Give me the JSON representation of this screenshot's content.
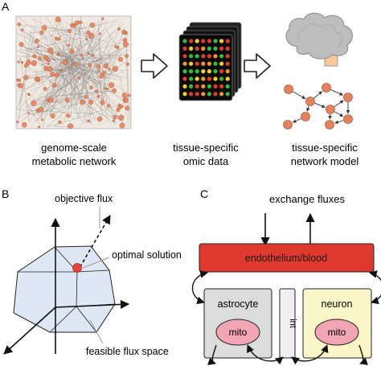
{
  "panels": {
    "a": {
      "letter": "A",
      "captions": {
        "network": [
          "genome-scale",
          "metabolic network"
        ],
        "omics": [
          "tissue-specific",
          "omic data"
        ],
        "model": [
          "tissue-specific",
          "network model"
        ]
      }
    },
    "b": {
      "letter": "B",
      "labels": {
        "objective": "objective flux",
        "optimal": "optimal solution",
        "feasible": "feasible flux space"
      }
    },
    "c": {
      "letter": "C",
      "labels": {
        "exchange": "exchange fluxes",
        "endothelium": "endothelium/blood",
        "astrocyte": "astrocyte",
        "neuron": "neuron",
        "int": "int",
        "mito_left": "mito",
        "mito_right": "mito"
      }
    }
  },
  "colors": {
    "node_orange": "#e8805a",
    "endothelium_red": "#e03a2f",
    "astrocyte_gray": "#dcdcdc",
    "neuron_yellow": "#fbf6c8",
    "mito_pink": "#f2a6b3",
    "polytope_blue": "#dde8f4",
    "optimal_red": "#e8403a",
    "brain_gray": "#bdbdbd",
    "brainstem_peach": "#f6c89a"
  }
}
